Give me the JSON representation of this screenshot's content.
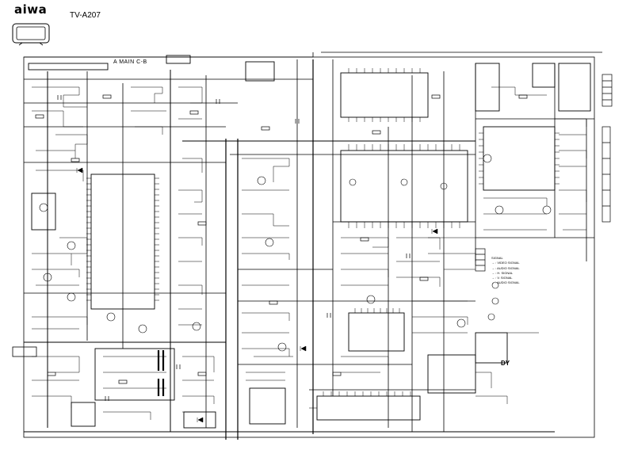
{
  "header": {
    "brand": "aiwa",
    "model": "TV-A207"
  },
  "diagram": {
    "board_title": "A MAIN C-B",
    "deflection_label": "DY"
  },
  "legend": {
    "signal_title": "SIGNAL",
    "signal_items": [
      "→ : VIDEO SIGNAL",
      "→ : AUDIO SIGNAL",
      "→ : H. SIGNAL",
      "→ : V. SIGNAL",
      "→ : AUDIO SIGNAL"
    ]
  }
}
